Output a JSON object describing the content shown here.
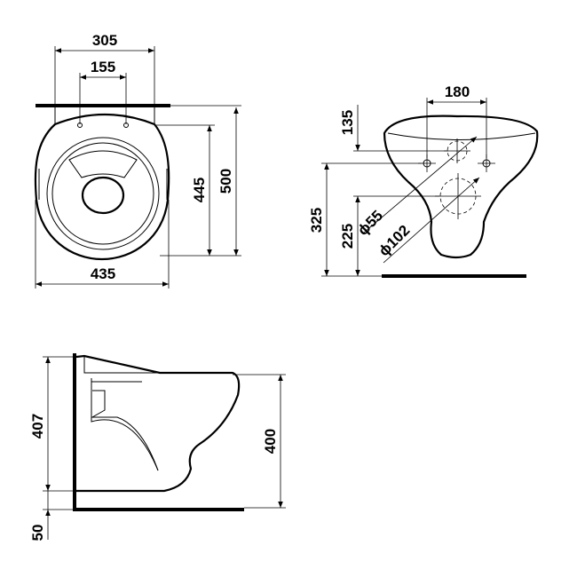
{
  "top_view": {
    "dim_width_top": "305",
    "dim_holes": "155",
    "dim_width_bottom": "435",
    "dim_depth_inner": "445",
    "dim_depth_total": "500"
  },
  "back_view": {
    "dim_bolt_spacing": "180",
    "dim_top_offset": "135",
    "dim_height_total": "325",
    "dim_height_outlet": "225",
    "dim_dia_small": "ϕ55",
    "dim_dia_large": "ϕ102"
  },
  "side_view": {
    "dim_height_left": "407",
    "dim_height_right": "400",
    "dim_floor": "50"
  }
}
